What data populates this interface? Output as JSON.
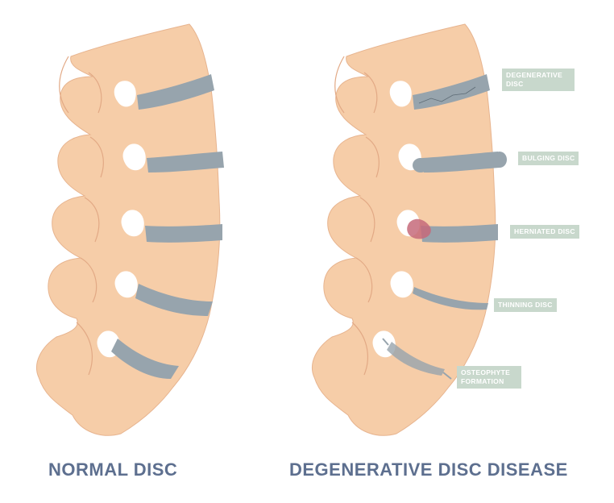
{
  "captions": {
    "left": "NORMAL DISC",
    "right": "DEGENERATIVE DISC DISEASE"
  },
  "labels": {
    "degenerative": "DEGENERATIVE DISC",
    "bulging": "BULGING DISC",
    "herniated": "HERNIATED DISC",
    "thinning": "THINNING DISC",
    "osteophyte": "OSTEOPHYTE FORMATION"
  },
  "colors": {
    "bone": "#f6cda8",
    "bone_line": "#e2a985",
    "disc": "#97a4ad",
    "herniation": "#c56a7a",
    "label_bg": "#c8d8cc",
    "caption": "#5d6f8f"
  }
}
